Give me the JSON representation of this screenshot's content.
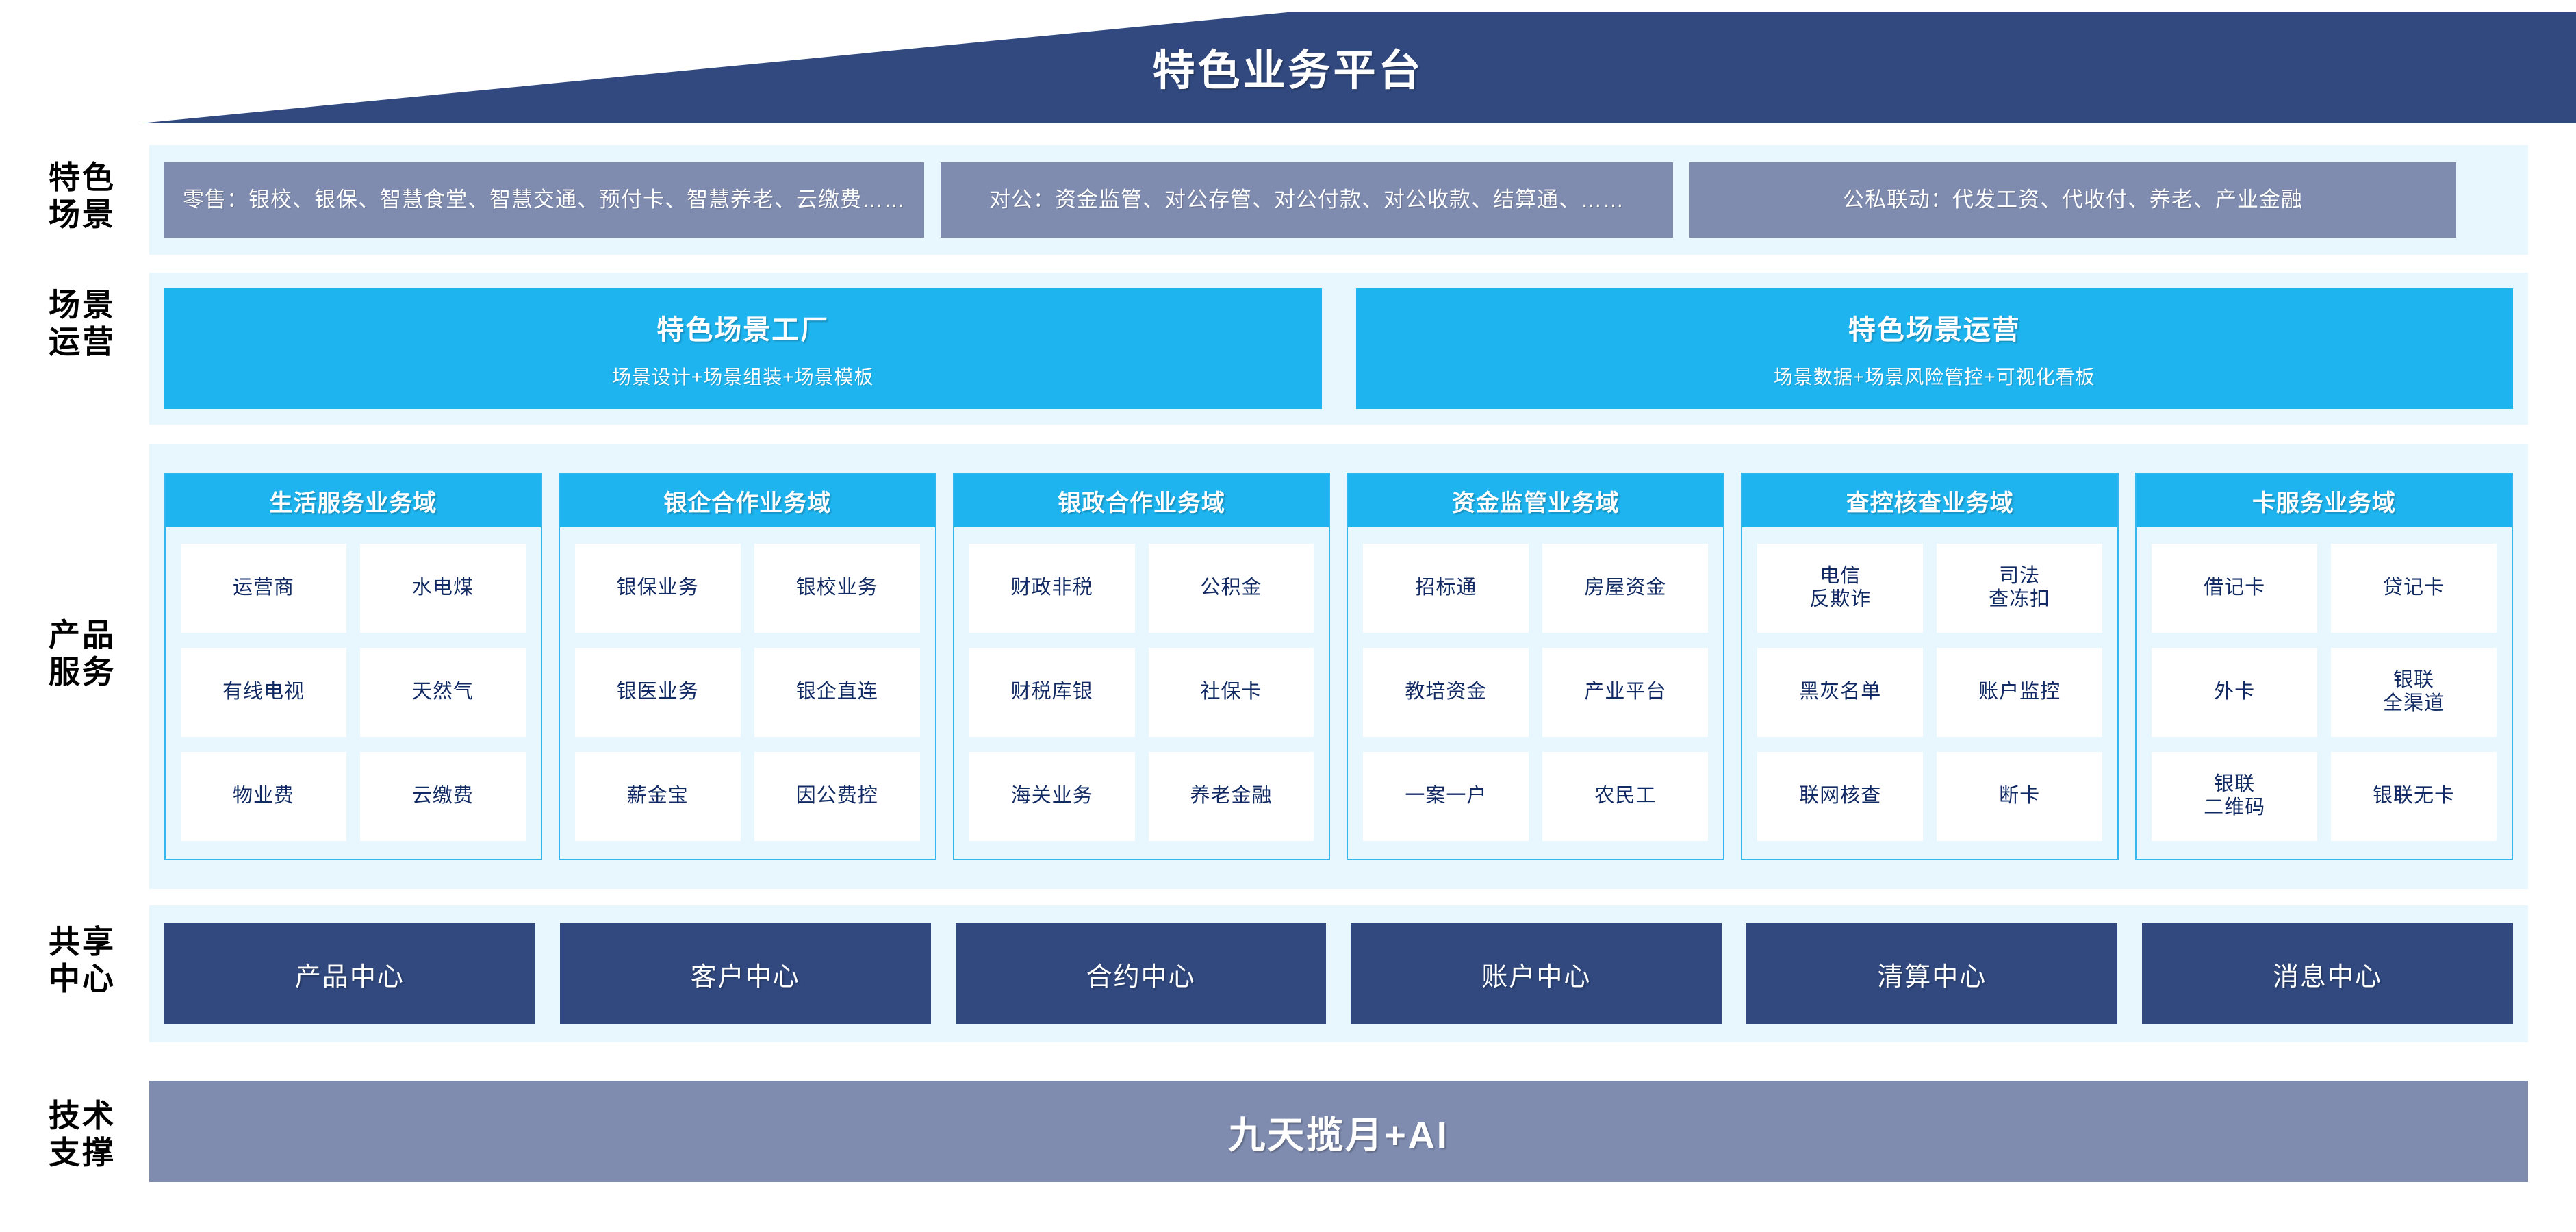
{
  "title": "特色业务平台",
  "row_labels": {
    "scenarios": "特色\n场景",
    "scenarios_l1": "特色",
    "scenarios_l2": "场景",
    "operations_l1": "场景",
    "operations_l2": "运营",
    "products_l1": "产品",
    "products_l2": "服务",
    "shared_l1": "共享",
    "shared_l2": "中心",
    "tech_l1": "技术",
    "tech_l2": "支撑"
  },
  "scenarios": [
    {
      "text": "零售：银校、银保、智慧食堂、智慧交通、预付卡、智慧养老、云缴费……"
    },
    {
      "text": "对公：资金监管、对公存管、对公付款、对公收款、结算通、……"
    },
    {
      "text": "公私联动：代发工资、代收付、养老、产业金融"
    }
  ],
  "scene_operations": [
    {
      "title": "特色场景工厂",
      "subtitle": "场景设计+场景组装+场景模板"
    },
    {
      "title": "特色场景运营",
      "subtitle": "场景数据+场景风险管控+可视化看板"
    }
  ],
  "product_domains": [
    {
      "title": "生活服务业务域",
      "items": [
        "运营商",
        "水电煤",
        "有线电视",
        "天然气",
        "物业费",
        "云缴费"
      ]
    },
    {
      "title": "银企合作业务域",
      "items": [
        "银保业务",
        "银校业务",
        "银医业务",
        "银企直连",
        "薪金宝",
        "因公费控"
      ]
    },
    {
      "title": "银政合作业务域",
      "items": [
        "财政非税",
        "公积金",
        "财税库银",
        "社保卡",
        "海关业务",
        "养老金融"
      ]
    },
    {
      "title": "资金监管业务域",
      "items": [
        "招标通",
        "房屋资金",
        "教培资金",
        "产业平台",
        "一案一户",
        "农民工"
      ]
    },
    {
      "title": "查控核查业务域",
      "items": [
        "电信\n反欺诈",
        "司法\n查冻扣",
        "黑灰名单",
        "账户监控",
        "联网核查",
        "断卡"
      ]
    },
    {
      "title": "卡服务业务域",
      "items": [
        "借记卡",
        "贷记卡",
        "外卡",
        "银联\n全渠道",
        "银联\n二维码",
        "银联无卡"
      ]
    }
  ],
  "shared_centers": [
    "产品中心",
    "客户中心",
    "合约中心",
    "账户中心",
    "清算中心",
    "消息中心"
  ],
  "tech_support": "九天揽月+AI",
  "colors": {
    "roof": "#31497f",
    "band_bg": "#e8f6fd",
    "scenario_box": "#7f8cb0",
    "cyan": "#1eb4ef",
    "domain_border": "#34b7ef",
    "cell_text": "#112a63",
    "shared_box": "#31497f",
    "tech_bar": "#7f8cb0",
    "white": "#ffffff"
  }
}
